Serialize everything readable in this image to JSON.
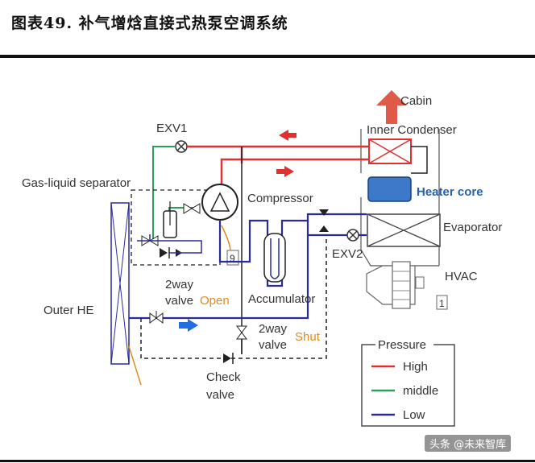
{
  "figure_title": "图表49.  补气增焓直接式热泵空调系统",
  "labels": {
    "cabin": "Cabin",
    "inner_condenser": "Inner Condenser",
    "exv1": "EXV1",
    "gas_liquid_separator": "Gas-liquid separator",
    "compressor": "Compressor",
    "heater_core": "Heater core",
    "evaporator": "Evaporator",
    "exv2": "EXV2",
    "hvac": "HVAC",
    "hvac_number": "1",
    "outer_he": "Outer HE",
    "valve_2way_left_line1": "2way",
    "valve_2way_left_line2": "valve",
    "valve_left_state": "Open",
    "accumulator": "Accumulator",
    "valve_2way_mid_line1": "2way",
    "valve_2way_mid_line2": "valve",
    "valve_mid_state": "Shut",
    "check_valve_line1": "Check",
    "check_valve_line2": "valve",
    "compressor_number": "9"
  },
  "legend": {
    "title": "Pressure",
    "items": [
      {
        "label": "High",
        "color": "#e03030"
      },
      {
        "label": "middle",
        "color": "#2aa05a"
      },
      {
        "label": "Low",
        "color": "#2a2a9a"
      }
    ]
  },
  "colors": {
    "high": "#e03030",
    "middle": "#2aa05a",
    "low": "#2a2a9a",
    "arrow_flow": "#1f6fe0",
    "heater_core_fill": "#3e78c8",
    "label_blue": "#2a5fa8",
    "state_orange": "#e08a1e"
  },
  "watermark": "头条 @未来智库"
}
